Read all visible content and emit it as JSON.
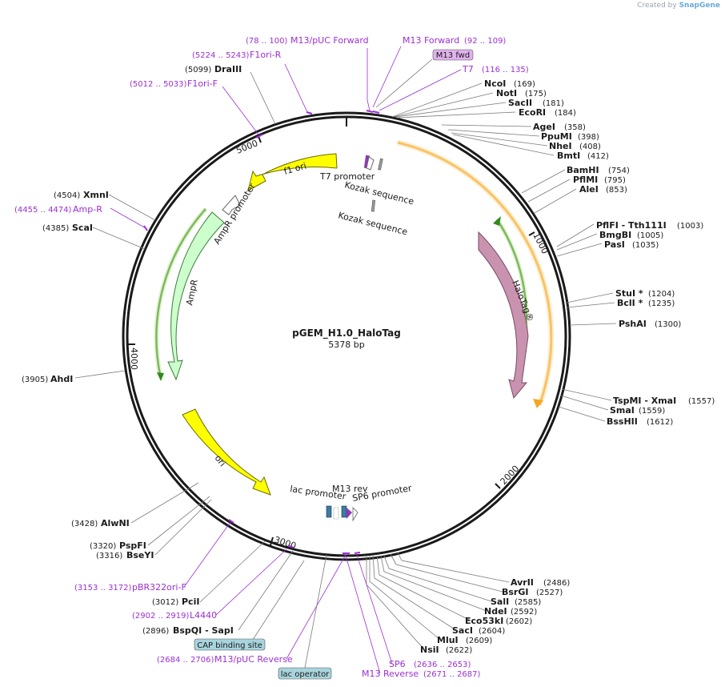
{
  "credit": {
    "prefix": "Created by",
    "brand": "SnapGene"
  },
  "plasmid": {
    "name": "pGEM_H1.0_HaloTag",
    "size_label": "5378 bp",
    "length_bp": 5378
  },
  "ticks": [
    {
      "label": "1000",
      "bp": 1000
    },
    {
      "label": "2000",
      "bp": 2000
    },
    {
      "label": "3000",
      "bp": 3000
    },
    {
      "label": "4000",
      "bp": 4000
    },
    {
      "label": "5000",
      "bp": 5000
    }
  ],
  "features": [
    {
      "name": "f1-ori",
      "label": "f1 ori",
      "color": "#ffff00"
    },
    {
      "name": "halotag",
      "label": "HaloTag®",
      "color": "#c993af"
    },
    {
      "name": "ampr",
      "label": "AmpR",
      "color": "#ccffcc"
    },
    {
      "name": "ampr-promoter",
      "label": "AmpR promoter",
      "color": "#ffffff"
    },
    {
      "name": "ori",
      "label": "ori",
      "color": "#ffff00"
    },
    {
      "name": "t7-promoter",
      "label": "T7 promoter"
    },
    {
      "name": "kozak-1",
      "label": "Kozak sequence"
    },
    {
      "name": "kozak-2",
      "label": "Kozak sequence"
    },
    {
      "name": "lac-promoter",
      "label": "lac promoter"
    },
    {
      "name": "m13-rev",
      "label": "M13 rev"
    },
    {
      "name": "sp6-promoter",
      "label": "SP6 promoter"
    }
  ],
  "orf_colors": {
    "orange": "#f5a623",
    "green": "#2e8b1a"
  },
  "boxed": [
    {
      "name": "m13-fwd-box",
      "label": "M13 fwd",
      "bg": "#e0b3ee"
    },
    {
      "name": "cap-binding-box",
      "label": "CAP binding site",
      "bg": "#a8d4de"
    },
    {
      "name": "lac-operator-box",
      "label": "lac operator",
      "bg": "#a8d4de"
    }
  ],
  "primers": [
    {
      "name": "m13-puc-forward",
      "label": "M13/pUC Forward",
      "pos": "(78 .. 100)"
    },
    {
      "name": "m13-forward",
      "label": "M13 Forward",
      "pos": "(92 .. 109)"
    },
    {
      "name": "t7",
      "label": "T7",
      "pos": "(116 .. 135)"
    },
    {
      "name": "f1ori-r",
      "label": "F1ori-R",
      "pos": "(5224 .. 5243)"
    },
    {
      "name": "f1ori-f",
      "label": "F1ori-F",
      "pos": "(5012 .. 5033)"
    },
    {
      "name": "amp-r",
      "label": "Amp-R",
      "pos": "(4455 .. 4474)"
    },
    {
      "name": "pbr322ori-f",
      "label": "pBR322ori-F",
      "pos": "(3153 .. 3172)"
    },
    {
      "name": "l4440",
      "label": "L4440",
      "pos": "(2902 .. 2919)"
    },
    {
      "name": "m13-puc-reverse",
      "label": "M13/pUC Reverse",
      "pos": "(2684 .. 2706)"
    },
    {
      "name": "sp6",
      "label": "SP6",
      "pos": "(2636 .. 2653)"
    },
    {
      "name": "m13-reverse",
      "label": "M13 Reverse",
      "pos": "(2671 .. 2687)"
    }
  ],
  "sites": [
    {
      "name": "ncoi",
      "label": "NcoI",
      "pos": "(169)"
    },
    {
      "name": "noti",
      "label": "NotI",
      "pos": "(175)"
    },
    {
      "name": "sacii",
      "label": "SacII",
      "pos": "(181)"
    },
    {
      "name": "ecori",
      "label": "EcoRI",
      "pos": "(184)"
    },
    {
      "name": "agei",
      "label": "AgeI",
      "pos": "(358)"
    },
    {
      "name": "ppumi",
      "label": "PpuMI",
      "pos": "(398)"
    },
    {
      "name": "nhei",
      "label": "NheI",
      "pos": "(408)"
    },
    {
      "name": "bmti",
      "label": "BmtI",
      "pos": "(412)"
    },
    {
      "name": "bamhi",
      "label": "BamHI",
      "pos": "(754)"
    },
    {
      "name": "pflmi",
      "label": "PflMI",
      "pos": "(795)"
    },
    {
      "name": "alei",
      "label": "AleI",
      "pos": "(853)"
    },
    {
      "name": "pflfi-tth111i",
      "label": "PflFI - Tth111I",
      "pos": "(1003)"
    },
    {
      "name": "bmgbi",
      "label": "BmgBI",
      "pos": "(1005)"
    },
    {
      "name": "pasi",
      "label": "PasI",
      "pos": "(1035)"
    },
    {
      "name": "stui",
      "label": "StuI *",
      "pos": "(1204)"
    },
    {
      "name": "bcli",
      "label": "BclI *",
      "pos": "(1235)"
    },
    {
      "name": "pshai",
      "label": "PshAI",
      "pos": "(1300)"
    },
    {
      "name": "tsppmi-xmai",
      "label": "TspMI - XmaI",
      "pos": "(1557)"
    },
    {
      "name": "smai",
      "label": "SmaI",
      "pos": "(1559)"
    },
    {
      "name": "bsshii",
      "label": "BssHII",
      "pos": "(1612)"
    },
    {
      "name": "avrii",
      "label": "AvrII",
      "pos": "(2486)"
    },
    {
      "name": "bsrgi",
      "label": "BsrGI",
      "pos": "(2527)"
    },
    {
      "name": "sali",
      "label": "SalI",
      "pos": "(2585)"
    },
    {
      "name": "ndei",
      "label": "NdeI",
      "pos": "(2592)"
    },
    {
      "name": "eco53ki",
      "label": "Eco53kI",
      "pos": "(2602)"
    },
    {
      "name": "saci",
      "label": "SacI",
      "pos": "(2604)"
    },
    {
      "name": "mlui",
      "label": "MluI",
      "pos": "(2609)"
    },
    {
      "name": "nsii",
      "label": "NsiI",
      "pos": "(2622)"
    },
    {
      "name": "draiii",
      "label": "DraIII",
      "pos": "(5099)"
    },
    {
      "name": "xmni",
      "label": "XmnI",
      "pos": "(4504)"
    },
    {
      "name": "scai",
      "label": "ScaI",
      "pos": "(4385)"
    },
    {
      "name": "ahdi",
      "label": "AhdI",
      "pos": "(3905)"
    },
    {
      "name": "alwni",
      "label": "AlwNI",
      "pos": "(3428)"
    },
    {
      "name": "pspfi",
      "label": "PspFI",
      "pos": "(3320)"
    },
    {
      "name": "bseyi",
      "label": "BseYI",
      "pos": "(3316)"
    },
    {
      "name": "pcii",
      "label": "PciI",
      "pos": "(3012)"
    },
    {
      "name": "bspqi-sapi",
      "label": "BspQI - SapI",
      "pos": "(2896)"
    }
  ]
}
